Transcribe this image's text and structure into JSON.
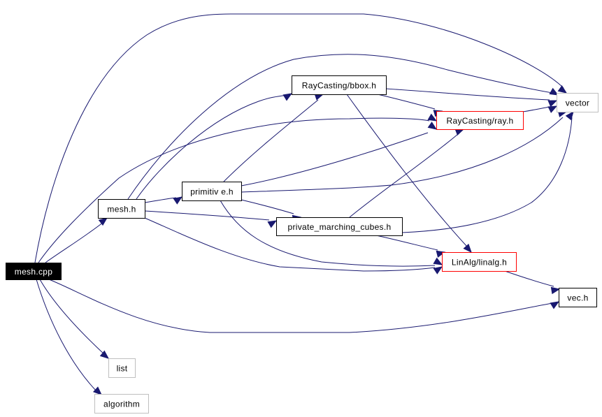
{
  "graph": {
    "type": "include-dependency-graph",
    "root": "mesh.cpp",
    "colors": {
      "edge": "#191970",
      "root_fill": "#000000",
      "root_text": "#ffffff",
      "node_border": "#000000",
      "truncated_border": "#ff0000",
      "external_border": "#bfbfbf"
    },
    "nodes": [
      {
        "id": "mesh_cpp",
        "label": "mesh.cpp",
        "kind": "root"
      },
      {
        "id": "mesh_h",
        "label": "mesh.h",
        "kind": "normal"
      },
      {
        "id": "primitive_h",
        "label": "primitiv e.h",
        "kind": "normal"
      },
      {
        "id": "bbox_h",
        "label": "RayCasting/bbox.h",
        "kind": "normal"
      },
      {
        "id": "ray_h",
        "label": "RayCasting/ray.h",
        "kind": "truncated"
      },
      {
        "id": "vector",
        "label": "vector",
        "kind": "external"
      },
      {
        "id": "pmc_h",
        "label": "private_marching_cubes.h",
        "kind": "normal"
      },
      {
        "id": "linalg_h",
        "label": "LinAlg/linalg.h",
        "kind": "truncated"
      },
      {
        "id": "vec_h",
        "label": "vec.h",
        "kind": "normal"
      },
      {
        "id": "list",
        "label": "list",
        "kind": "external"
      },
      {
        "id": "algorithm",
        "label": "algorithm",
        "kind": "external"
      }
    ],
    "edges": [
      {
        "from": "mesh_cpp",
        "to": "mesh_h"
      },
      {
        "from": "mesh_cpp",
        "to": "vector"
      },
      {
        "from": "mesh_cpp",
        "to": "vec_h"
      },
      {
        "from": "mesh_cpp",
        "to": "list"
      },
      {
        "from": "mesh_cpp",
        "to": "algorithm"
      },
      {
        "from": "mesh_cpp",
        "to": "ray_h"
      },
      {
        "from": "mesh_h",
        "to": "primitive_h"
      },
      {
        "from": "mesh_h",
        "to": "bbox_h"
      },
      {
        "from": "mesh_h",
        "to": "vector"
      },
      {
        "from": "mesh_h",
        "to": "pmc_h"
      },
      {
        "from": "mesh_h",
        "to": "linalg_h"
      },
      {
        "from": "primitive_h",
        "to": "bbox_h"
      },
      {
        "from": "primitive_h",
        "to": "ray_h"
      },
      {
        "from": "primitive_h",
        "to": "vector"
      },
      {
        "from": "primitive_h",
        "to": "pmc_h"
      },
      {
        "from": "primitive_h",
        "to": "linalg_h"
      },
      {
        "from": "bbox_h",
        "to": "vector"
      },
      {
        "from": "bbox_h",
        "to": "ray_h"
      },
      {
        "from": "bbox_h",
        "to": "linalg_h"
      },
      {
        "from": "ray_h",
        "to": "vector"
      },
      {
        "from": "pmc_h",
        "to": "ray_h"
      },
      {
        "from": "pmc_h",
        "to": "vector"
      },
      {
        "from": "pmc_h",
        "to": "linalg_h"
      },
      {
        "from": "linalg_h",
        "to": "vec_h"
      }
    ]
  }
}
